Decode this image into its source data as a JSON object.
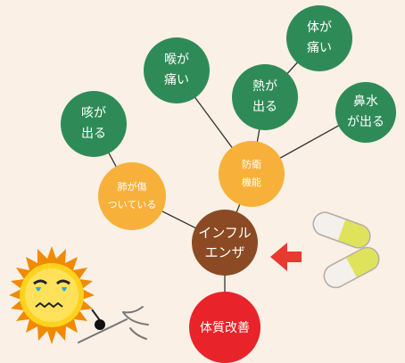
{
  "colors": {
    "background": "#faf0e6",
    "symptom": "#2e8b57",
    "cause": "#f7b13a",
    "center": "#8b4a23",
    "remedy": "#e8232a",
    "arrow": "#e83a2f"
  },
  "nodes": {
    "influenza": "インフル\nエンザ",
    "lung_damage": "肺が傷\nついている",
    "immune_function": "防衛\n機能",
    "cough": "咳が\n出る",
    "sore_throat": "喉が\n痛い",
    "fever": "熱が\n出る",
    "body_pain": "体が\n痛い",
    "runny_nose": "鼻水\nが出る",
    "constitution": "体質改善"
  },
  "icons": {
    "virus": "virus-character-icon",
    "pills": "capsule-pill-icon",
    "arrow": "arrow-left-icon",
    "trident": "pitchfork-icon"
  }
}
